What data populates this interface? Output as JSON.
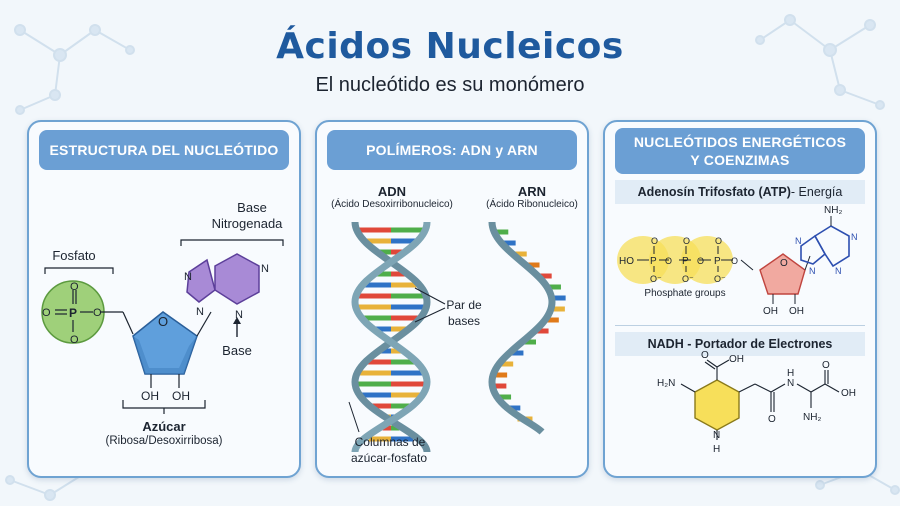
{
  "header": {
    "title": "Ácidos Nucleicos",
    "subtitle": "El nucleótido es su monómero"
  },
  "panel_structure": {
    "heading": "ESTRUCTURA DEL NUCLEÓTIDO",
    "phosphate_label": "Fosfato",
    "base_label_line1": "Base",
    "base_label_line2": "Nitrogenada",
    "base_arrow_label": "Base",
    "sugar_label": "Azúcar",
    "sugar_sublabel": "(Ribosa/Desoxirribosa)",
    "oh_left": "OH",
    "oh_right": "OH",
    "ring_o": "O",
    "colors": {
      "phosphate": "#9fd07a",
      "sugar": "#5f9fdc",
      "base": "#a88ad6"
    }
  },
  "panel_polymers": {
    "heading": "POLÍMEROS: ADN y ARN",
    "dna_title": "ADN",
    "dna_subtitle": "(Ácido Desoxirribonucleico)",
    "rna_title": "ARN",
    "rna_subtitle": "(Ácido Ribonucleico)",
    "pair_label_line1": "Par de",
    "pair_label_line2": "bases",
    "backbone_label_line1": "Columnas de",
    "backbone_label_line2": "azúcar-fosfato",
    "colors": {
      "strand": "#6a8f9f",
      "a": "#e8b23a",
      "t": "#e0483a",
      "g": "#4fae4a",
      "c": "#2f73c6",
      "u": "#e07a1a"
    }
  },
  "panel_energy": {
    "heading_line1": "NUCLEÓTIDOS ENERGÉTICOS",
    "heading_line2": "Y COENZIMAS",
    "atp_title_bold": "Adenosín Trifosfato (ATP)",
    "atp_title_rest": " - Energía",
    "phosphate_groups_label": "Phosphate groups",
    "nadh_title": "NADH - Portador de Electrones",
    "atp_ho": "HO",
    "atp_p": "P",
    "atp_o": "O",
    "atp_ominus": "O⁻",
    "atp_nh2": "NH₂",
    "atp_n": "N",
    "atp_oh": "OH",
    "nadh_h2n": "H₂N",
    "nadh_oh": "OH",
    "nadh_o": "O",
    "nadh_n": "N",
    "nadh_h": "H",
    "nadh_nh2": "NH₂",
    "colors": {
      "phosphate_highlight": "#f7df5a",
      "ribose": "#f1a9a0",
      "adenine_ring": "#2d4fb0"
    }
  }
}
